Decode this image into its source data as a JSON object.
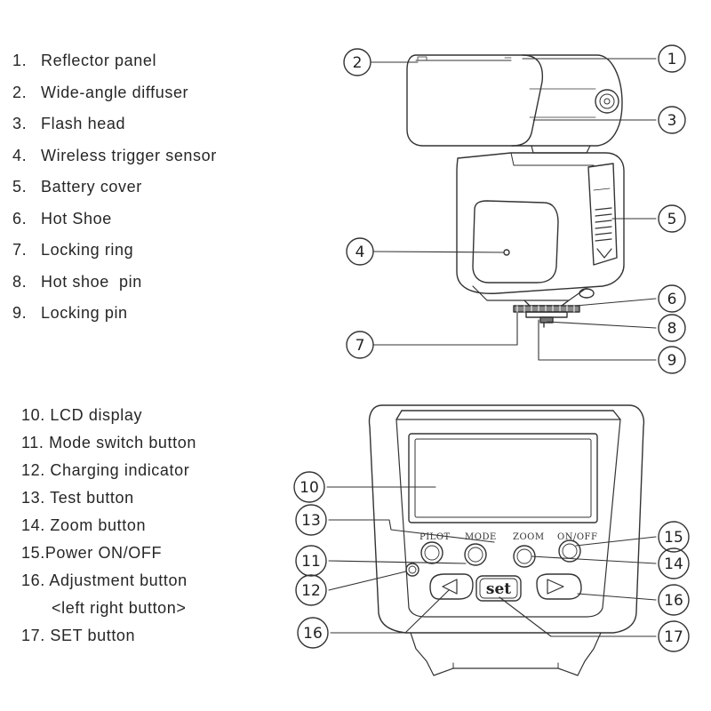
{
  "legend_top": [
    {
      "num": "1.",
      "label": "Reflector panel"
    },
    {
      "num": "2.",
      "label": "Wide-angle diffuser"
    },
    {
      "num": "3.",
      "label": "Flash head"
    },
    {
      "num": "4.",
      "label": "Wireless trigger sensor"
    },
    {
      "num": "5.",
      "label": "Battery cover"
    },
    {
      "num": "6.",
      "label": "Hot Shoe"
    },
    {
      "num": "7.",
      "label": "Locking ring"
    },
    {
      "num": "8.",
      "label": "Hot shoe  pin"
    },
    {
      "num": "9.",
      "label": "Locking pin"
    }
  ],
  "legend_bottom": [
    {
      "text": "10. LCD display"
    },
    {
      "text": "11. Mode switch button"
    },
    {
      "text": "12. Charging indicator"
    },
    {
      "text": "13. Test button"
    },
    {
      "text": "14. Zoom button"
    },
    {
      "text": "15.Power ON/OFF"
    },
    {
      "text": "16. Adjustment button"
    },
    {
      "text": "<left right button>"
    },
    {
      "text": "17. SET button"
    }
  ],
  "callouts_top": [
    "1",
    "2",
    "3",
    "4",
    "5",
    "6",
    "7",
    "8",
    "9"
  ],
  "callouts_bottom": [
    "10",
    "11",
    "12",
    "13",
    "14",
    "15",
    "16",
    "16",
    "17"
  ],
  "panel_labels": {
    "pilot": "PILOT",
    "mode": "MODE",
    "zoom": "ZOOM",
    "onoff": "ON/OFF",
    "set": "set"
  },
  "colors": {
    "line": "#333333",
    "text": "#262626"
  }
}
